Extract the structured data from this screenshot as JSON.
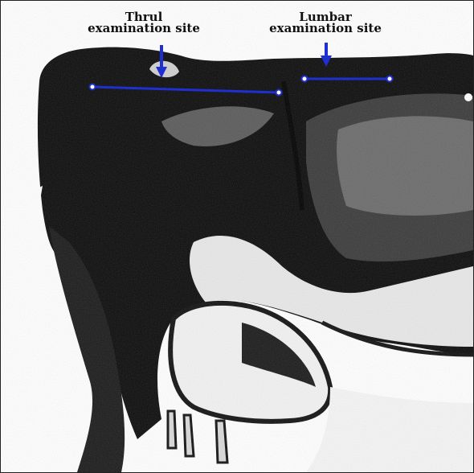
{
  "labels": {
    "thrul": {
      "line1": "Thrul",
      "line2": "examination site"
    },
    "lumbar": {
      "line1": "Lumbar",
      "line2": "examination site"
    }
  },
  "colors": {
    "marker": "#1f2fd0",
    "figure": "#0b0b0b",
    "background": "#ffffff"
  },
  "icons": [
    "thrul-arrow-icon",
    "lumbar-arrow-icon"
  ]
}
